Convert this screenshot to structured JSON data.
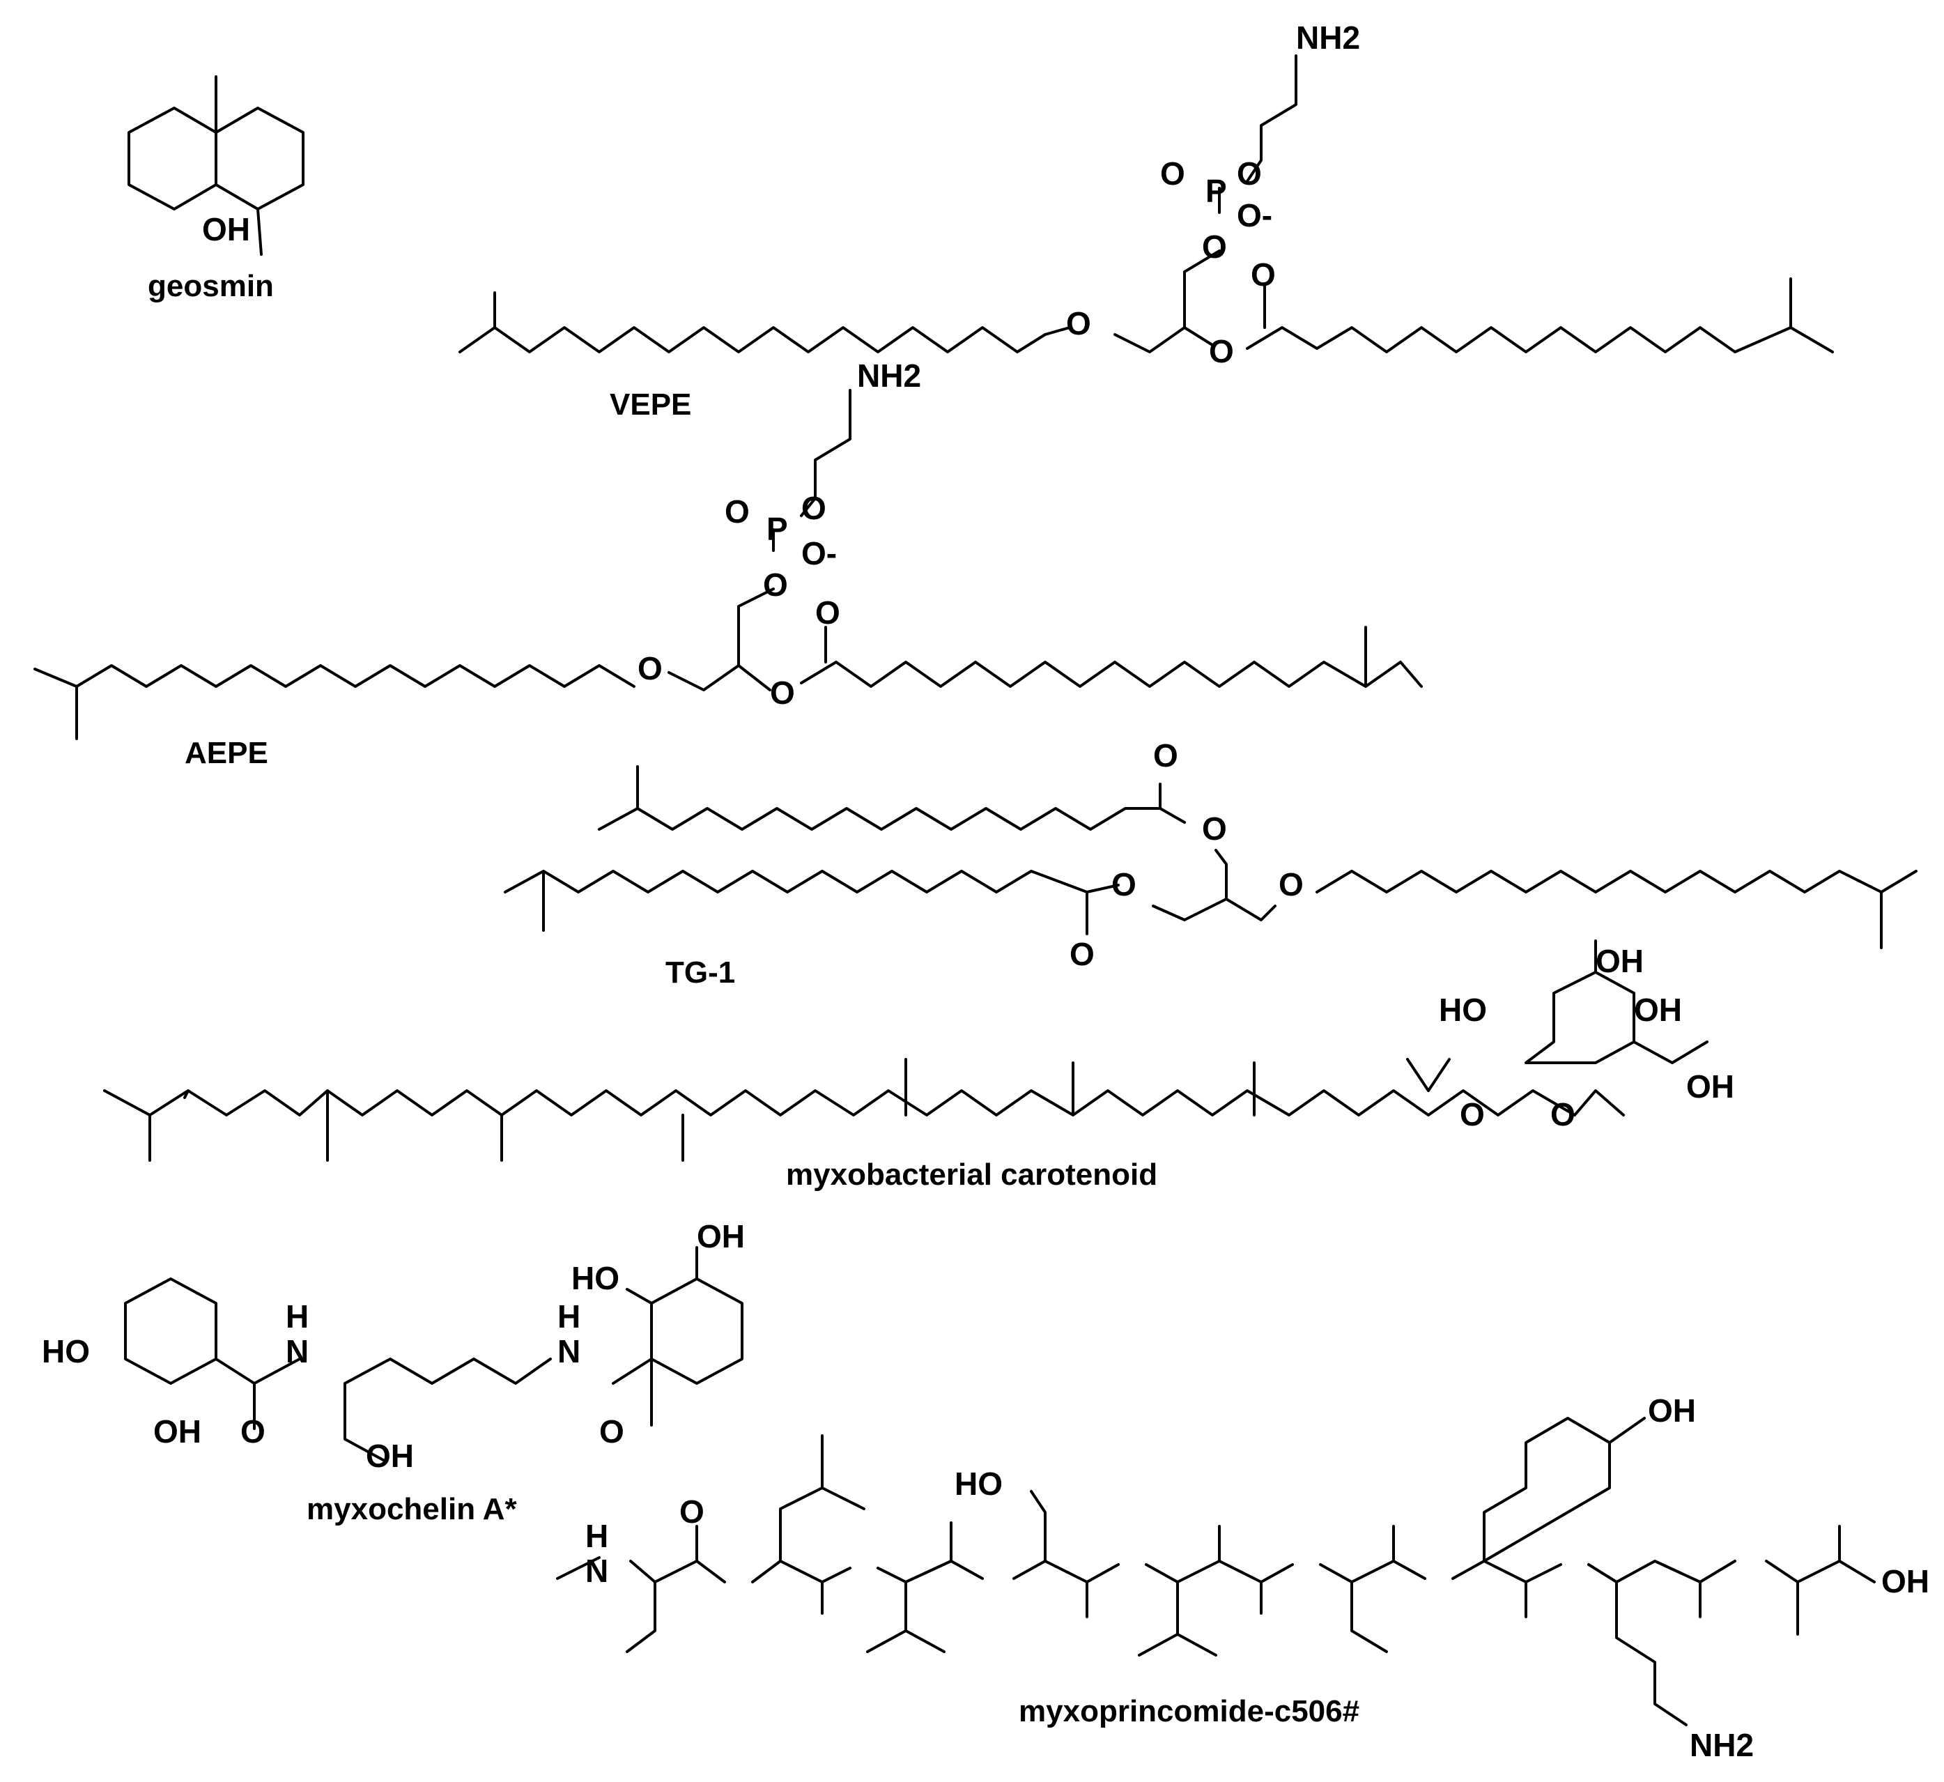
{
  "compounds": [
    {
      "name": "geosmin",
      "atoms": [
        "OH"
      ]
    },
    {
      "name": "VEPE",
      "atoms": [
        "NH2",
        "O",
        "P",
        "O-",
        "O",
        "O",
        "O",
        "O",
        "O"
      ]
    },
    {
      "name": "AEPE",
      "atoms": [
        "NH2",
        "O",
        "P",
        "O-",
        "O",
        "O",
        "O",
        "O",
        "O"
      ]
    },
    {
      "name": "TG-1",
      "atoms": [
        "O",
        "O",
        "O",
        "O",
        "O"
      ]
    },
    {
      "name": "myxobacterial carotenoid",
      "atoms": [
        "OH",
        "HO",
        "OH",
        "OH",
        "O",
        "O"
      ]
    },
    {
      "name": "myxochelin A*",
      "atoms": [
        "OH",
        "HO",
        "HO",
        "OH",
        "H",
        "N",
        "O",
        "OH",
        "H",
        "N",
        "O"
      ]
    },
    {
      "name": "myxoprincomide-c506#",
      "atoms": [
        "OH",
        "HO",
        "H",
        "N",
        "O",
        "OH",
        "NH2"
      ]
    }
  ]
}
